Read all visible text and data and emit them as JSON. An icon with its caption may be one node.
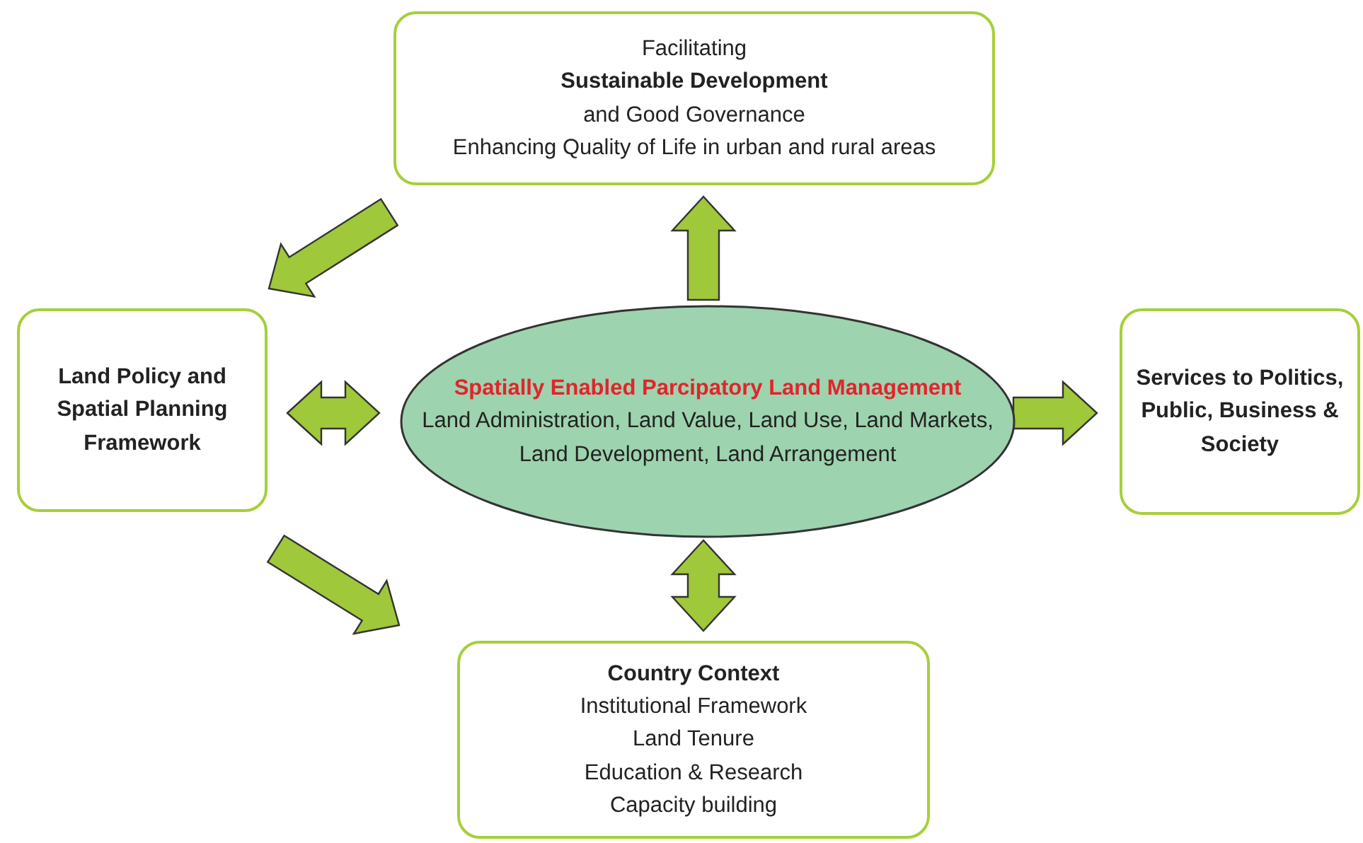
{
  "diagram": {
    "nodes": [
      {
        "text": [
          "Facilitating **Sustainable Development** and Good Governance",
          "Enhancing Quality of Life in urban and rural areas"
        ]
      },
      {
        "text": [
          "Land Policy and Spatial Planning Framework"
        ]
      },
      {
        "text": [
          "Spatially Enabled Parcipatory Land Management",
          "Land Administration, Land Value, Land Use, Land Markets, Land Development, Land Arrangement"
        ]
      },
      {
        "text": [
          "Services to Politics, Public, Business & Society"
        ]
      },
      {
        "text": [
          "Country Context",
          "Institutional Framework",
          "Land Tenure",
          "Education & Research",
          "Capacity building"
        ]
      }
    ],
    "edges": [
      {
        "from": 0,
        "to": 1,
        "arrow": "to"
      },
      {
        "from": 1,
        "to": 2,
        "arrow": "both"
      },
      {
        "from": 2,
        "to": 3,
        "arrow": "to"
      },
      {
        "from": 2,
        "to": 0,
        "arrow": "to"
      },
      {
        "from": 2,
        "to": 4,
        "arrow": "both"
      },
      {
        "from": 1,
        "to": 4,
        "arrow": "to"
      }
    ]
  }
}
